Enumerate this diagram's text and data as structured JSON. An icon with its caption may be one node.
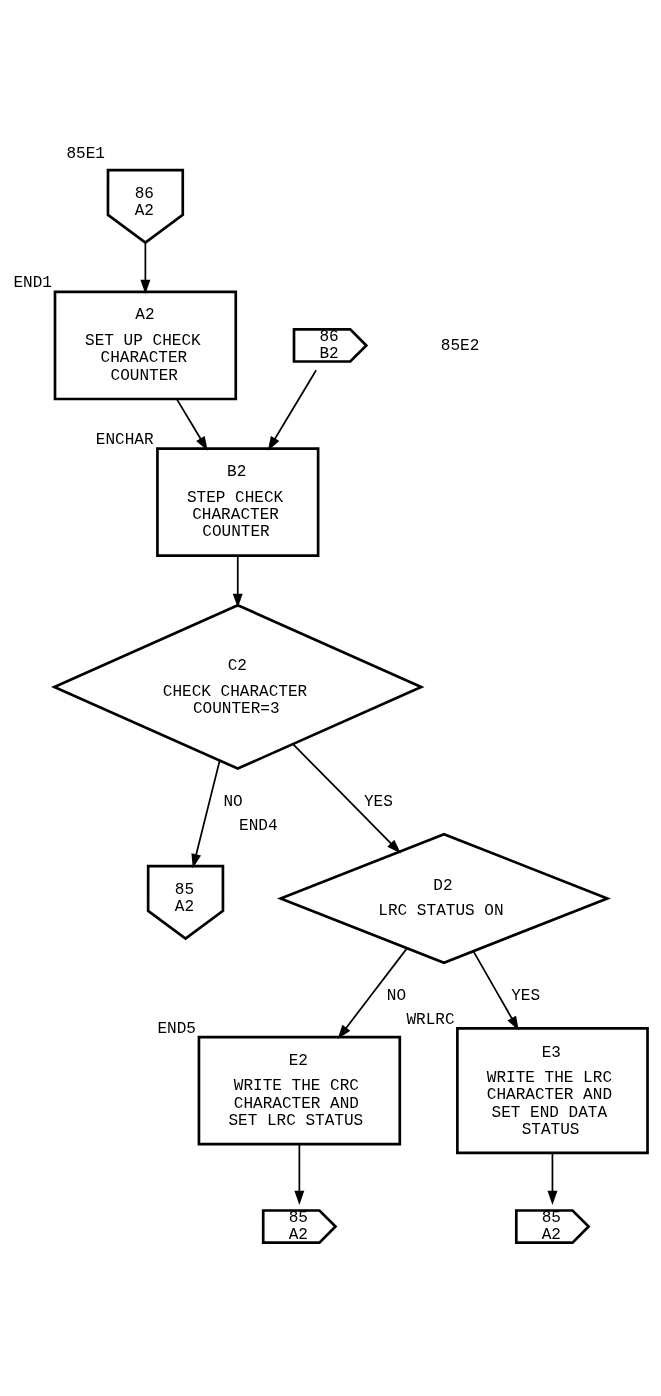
{
  "diagram": {
    "nodes": [
      {
        "text": [
          "86 A2"
        ],
        "beside": [
          "85E1"
        ]
      },
      {
        "text": [
          "A2",
          "SET UP CHECK CHARACTER COUNTER"
        ],
        "beside": [
          "END1"
        ]
      },
      {
        "text": [
          "86 B2"
        ]
      },
      {
        "text": [
          "B2",
          "STEP CHECK CHARACTER COUNTER"
        ],
        "beside": [
          "ENCHAR"
        ]
      },
      {
        "text": [
          "C2",
          "CHECK CHARACTER COUNTER=3"
        ]
      },
      {
        "text": [
          "85 A2"
        ]
      },
      {
        "text": [
          "D2",
          "LRC STATUS ON"
        ],
        "beside": [
          "END4"
        ]
      },
      {
        "text": [
          "E2",
          "WRITE THE CRC CHARACTER AND SET LRC STATUS"
        ],
        "beside": [
          "END5"
        ]
      },
      {
        "text": [
          "E3",
          "WRITE THE LRC CHARACTER AND SET END DATA STATUS"
        ],
        "beside": [
          "WRLRC"
        ]
      },
      {
        "text": [
          "85 A2"
        ]
      },
      {
        "text": [
          "85 A2"
        ]
      }
    ],
    "edges": [
      {
        "from": 0,
        "to": 1,
        "arrow": "to"
      },
      {
        "from": 1,
        "to": 3,
        "arrow": "to"
      },
      {
        "from": 2,
        "to": 3,
        "arrow": "to"
      },
      {
        "from": 3,
        "to": 4,
        "arrow": "to"
      },
      {
        "from": 4,
        "to": 5,
        "arrow": "to",
        "label": "NO"
      },
      {
        "from": 4,
        "to": 6,
        "arrow": "to",
        "label": "YES"
      },
      {
        "from": 6,
        "to": 8,
        "arrow": "to",
        "label": "YES"
      },
      {
        "from": 6,
        "to": 7,
        "arrow": "to",
        "label": "NO"
      },
      {
        "from": 7,
        "to": 9,
        "arrow": "to"
      },
      {
        "from": 8,
        "to": 10,
        "arrow": "to"
      }
    ],
    "labels": [
      "85E2"
    ]
  }
}
